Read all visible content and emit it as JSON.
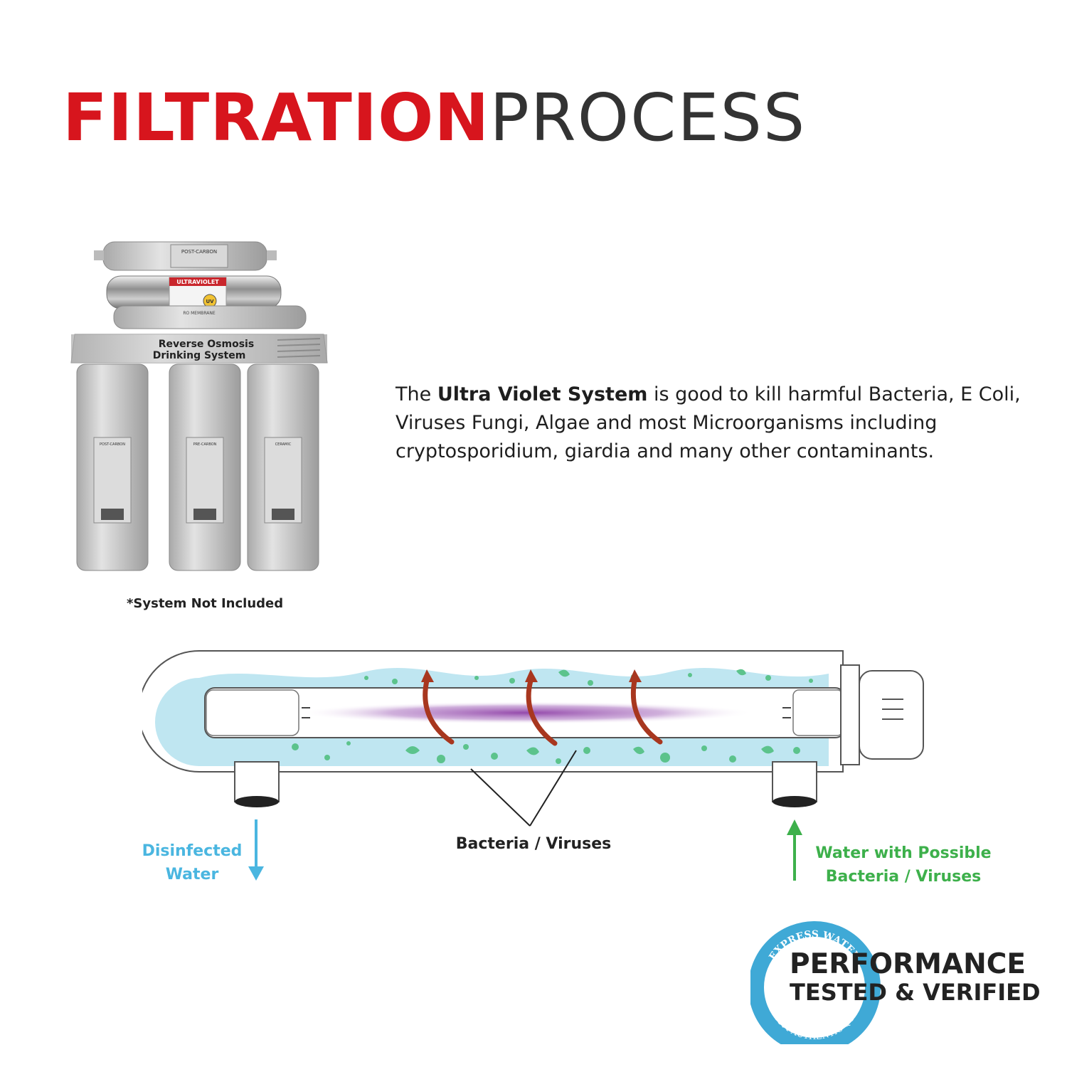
{
  "title": {
    "strong": "FILTRATION",
    "light": "PROCESS"
  },
  "product": {
    "banner": "Reverse Osmosis",
    "banner_line2": "Drinking System",
    "uv_label": "ULTRAVIOLET",
    "uv_badge": "UV",
    "top_filter_label": "POST-CARBON",
    "membrane_label": "RO MEMBRANE",
    "filter_labels": [
      "POST-CARBON",
      "PRE-CARBON",
      "CERAMIC"
    ],
    "caption": "*System Not Included"
  },
  "description": {
    "prefix": "The ",
    "highlight": "Ultra Violet System",
    "suffix": " is good to kill harmful Bacteria, E Coli, Viruses Fungi, Algae and most Microorganisms including cryptosporidium, giardia and many other contaminants."
  },
  "diagram": {
    "out_label": "Disinfected Water",
    "bacteria_label": "Bacteria / Viruses",
    "in_label": "Water with Possible Bacteria / Viruses",
    "colors": {
      "water": "#bfe6f1",
      "bacteria": "#5cc38c",
      "uv": "#8e3fa6",
      "rays": "#a8371f",
      "out_arrow": "#4ab6e0",
      "in_arrow": "#3db04b"
    }
  },
  "badge": {
    "ring_top": "EXPRESS WATER",
    "ring_bottom": "PREMIUM AUTHENTIC QUALITY",
    "line1": "PERFORMANCE",
    "line2": "TESTED & VERIFIED",
    "color": "#3fa9d6"
  }
}
